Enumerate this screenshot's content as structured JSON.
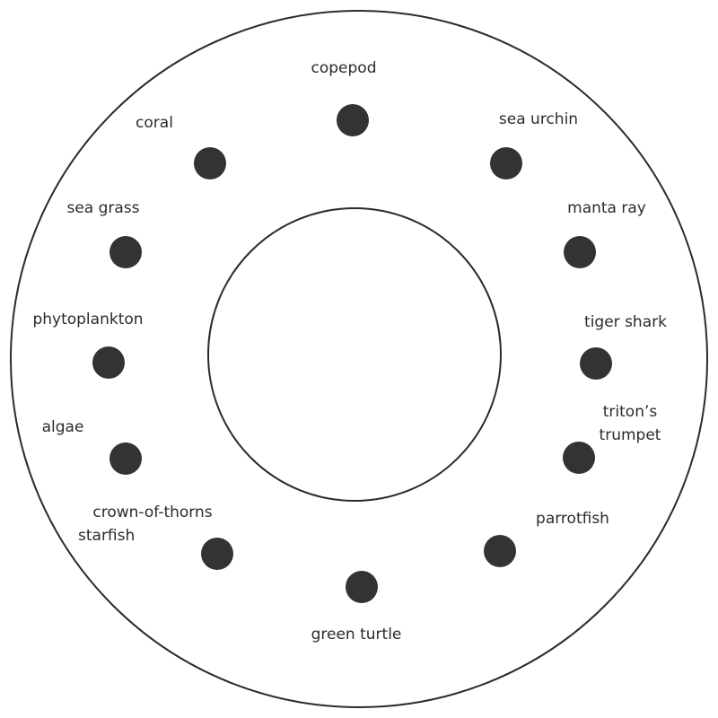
{
  "diagram": {
    "type": "food-web-circle",
    "colors": {
      "dot": "#333333",
      "line": "#2b2b2b",
      "text": "#2b2b2b"
    },
    "organisms": [
      {
        "id": "copepod",
        "label": [
          "copepod"
        ]
      },
      {
        "id": "sea-urchin",
        "label": [
          "sea urchin"
        ]
      },
      {
        "id": "manta-ray",
        "label": [
          "manta ray"
        ]
      },
      {
        "id": "tiger-shark",
        "label": [
          "tiger shark"
        ]
      },
      {
        "id": "tritons-trumpet",
        "label": [
          "triton’s",
          "trumpet"
        ]
      },
      {
        "id": "parrotfish",
        "label": [
          "parrotfish"
        ]
      },
      {
        "id": "green-turtle",
        "label": [
          "green turtle"
        ]
      },
      {
        "id": "crown-of-thorns-starfish",
        "label": [
          "crown-of-thorns",
          "starfish"
        ]
      },
      {
        "id": "algae",
        "label": [
          "algae"
        ]
      },
      {
        "id": "phytoplankton",
        "label": [
          "phytoplankton"
        ]
      },
      {
        "id": "sea-grass",
        "label": [
          "sea grass"
        ]
      },
      {
        "id": "coral",
        "label": [
          "coral"
        ]
      }
    ]
  }
}
